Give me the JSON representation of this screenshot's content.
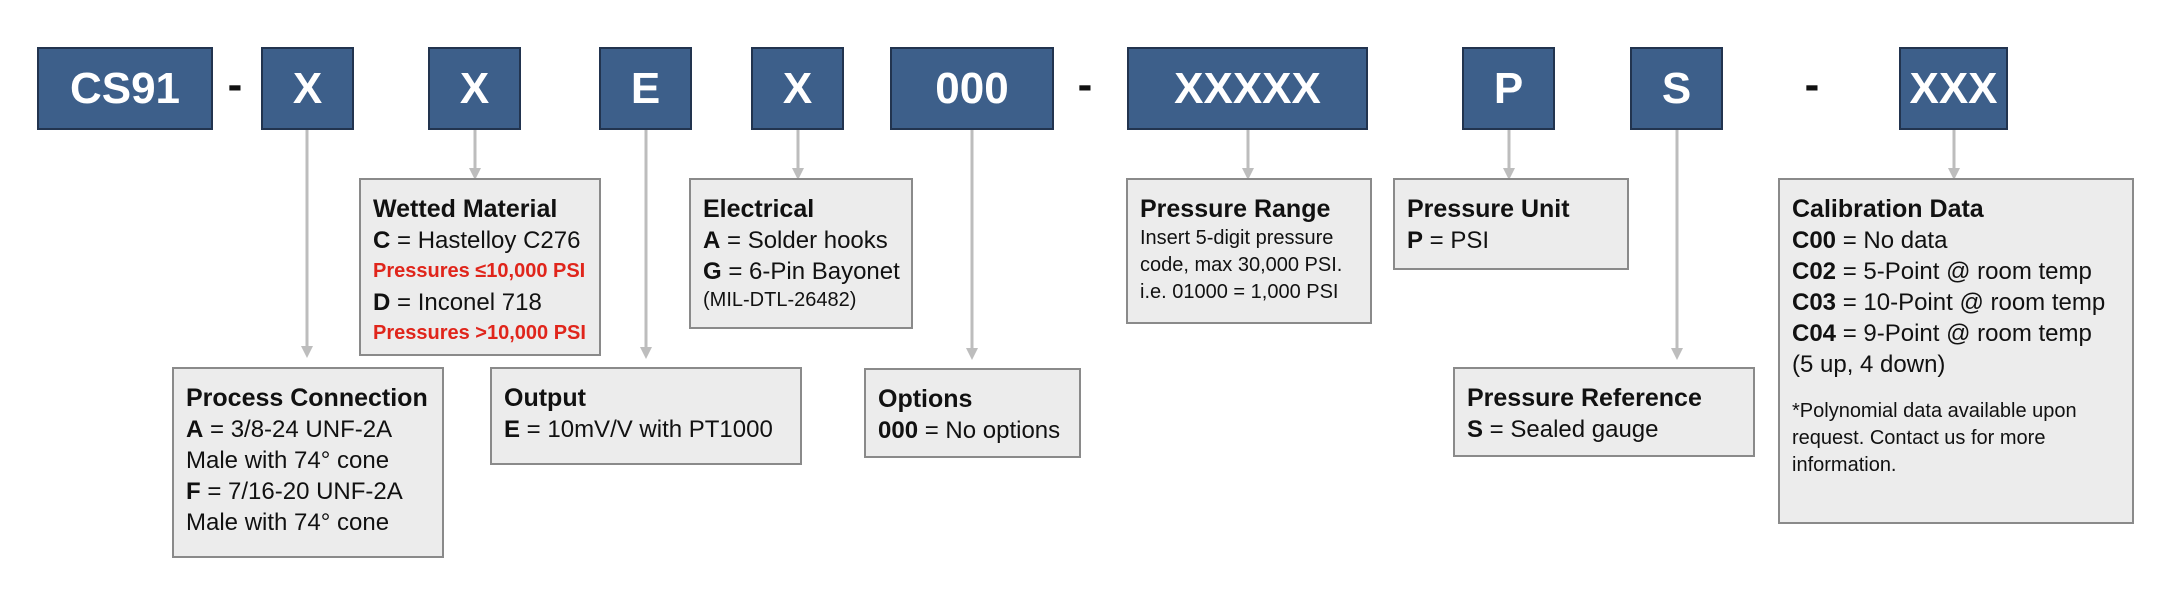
{
  "codes": {
    "c1": "CS91",
    "d1": "-",
    "c2": "X",
    "c3": "X",
    "c4": "E",
    "c5": "X",
    "c6": "000",
    "d2": "-",
    "c7": "XXXXX",
    "c8": "P",
    "c9": "S",
    "d3": "-",
    "c10": "XXX"
  },
  "process_connection": {
    "title": "Process Connection",
    "a_key": "A",
    "a_text": " = 3/8-24 UNF-2A",
    "a_text2": "Male with 74° cone",
    "f_key": "F",
    "f_text": " = 7/16-20 UNF-2A",
    "f_text2": "Male with 74° cone"
  },
  "wetted_material": {
    "title": "Wetted Material",
    "c_key": "C",
    "c_text": " = Hastelloy C276",
    "c_note": "Pressures ≤10,000 PSI",
    "d_key": "D",
    "d_text": " = Inconel 718",
    "d_note": "Pressures >10,000 PSI"
  },
  "output": {
    "title": "Output",
    "e_key": "E",
    "e_text": " = 10mV/V with PT1000"
  },
  "electrical": {
    "title": "Electrical",
    "a_key": "A",
    "a_text": " = Solder hooks",
    "g_key": "G",
    "g_text": " = 6-Pin Bayonet",
    "g_note": "(MIL-DTL-26482)"
  },
  "options": {
    "title": "Options",
    "key": "000",
    "text": " = No options"
  },
  "pressure_range": {
    "title": "Pressure Range",
    "line1": "Insert 5-digit pressure",
    "line2": "code, max 30,000 PSI.",
    "line3": "i.e. 01000 = 1,000 PSI"
  },
  "pressure_unit": {
    "title": "Pressure Unit",
    "key": "P",
    "text": " = PSI"
  },
  "pressure_reference": {
    "title": "Pressure Reference",
    "key": "S",
    "text": " = Sealed gauge"
  },
  "calibration_data": {
    "title": "Calibration Data",
    "c00_key": "C00",
    "c00_text": " = No data",
    "c02_key": "C02",
    "c02_text": " = 5-Point @ room temp",
    "c03_key": "C03",
    "c03_text": " = 10-Point @ room temp",
    "c04_key": "C04",
    "c04_text": " = 9-Point @ room temp",
    "c04_text2": "(5 up, 4 down)",
    "note": "*Polynomial data available upon request. Contact us for more information."
  },
  "colors": {
    "code_fill": "#3d5f8a",
    "box_fill": "#ececec",
    "warning": "#e0251b",
    "connector": "#bdbdbd"
  }
}
